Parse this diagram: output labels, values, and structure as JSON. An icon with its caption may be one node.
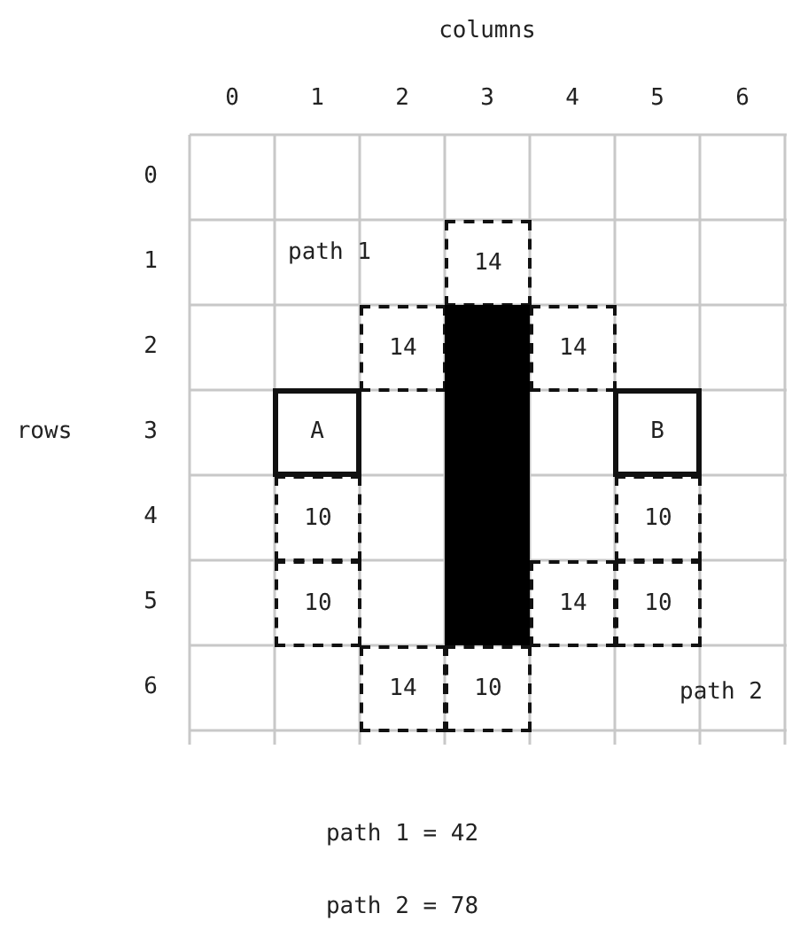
{
  "diagram": {
    "nodes": [
      {
        "text": [
          "14"
        ]
      },
      {
        "text": [
          "14"
        ]
      },
      {
        "text": [
          "14"
        ]
      },
      {
        "text": [
          "A"
        ]
      },
      {
        "text": [
          "B"
        ]
      },
      {
        "text": [
          "10"
        ]
      },
      {
        "text": [
          "10"
        ]
      },
      {
        "text": [
          "10"
        ]
      },
      {
        "text": [
          "14"
        ]
      },
      {
        "text": [
          "10"
        ]
      },
      {
        "text": [
          "14"
        ]
      },
      {
        "text": [
          "10"
        ]
      },
      {
        "text": [],
        "shape": "bar"
      }
    ],
    "labels": [
      "columns",
      "0",
      "1",
      "2",
      "3",
      "4",
      "5",
      "6",
      "0",
      "1",
      "2",
      "rows",
      "3",
      "4",
      "5",
      "6",
      "path 1",
      "path 2",
      "path 1 = 42",
      "path 2 = 78"
    ]
  }
}
